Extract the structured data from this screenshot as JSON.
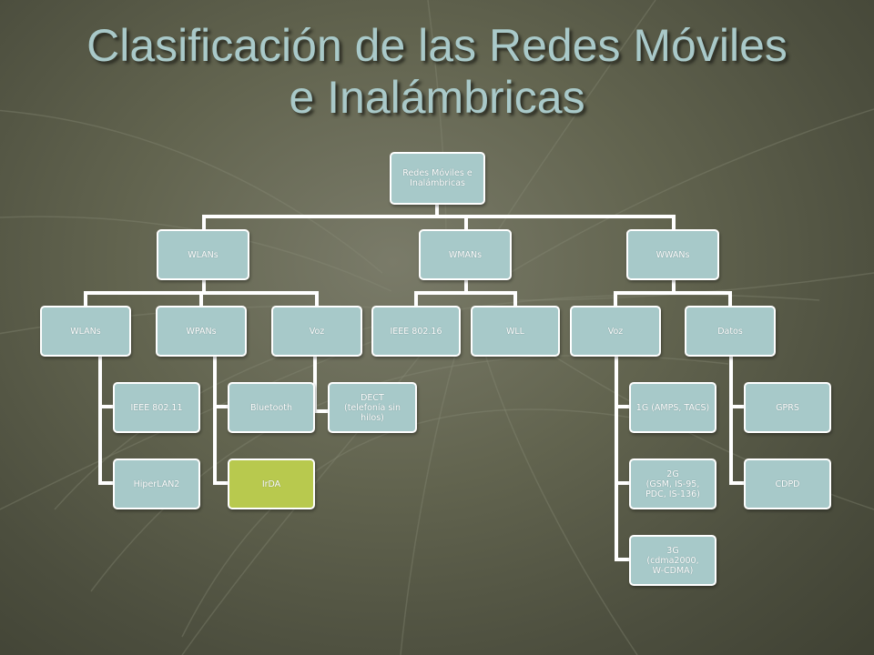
{
  "slide": {
    "title_line1": "Clasificación de las Redes Móviles",
    "title_line2": "e Inalámbricas"
  },
  "colors": {
    "node_fill": "#a7c9c9",
    "node_highlight": "#b8c94e",
    "connector": "#ffffff",
    "title": "#a9c9c9"
  },
  "diagram": {
    "root": "Redes Móviles e\nInalámbricas",
    "wlans": {
      "label": "WLANs",
      "wlans_sub": {
        "label": "WLANs",
        "children": [
          "IEEE 802.11",
          "HiperLAN2"
        ]
      },
      "wpans": {
        "label": "WPANs",
        "children": [
          "Bluetooth",
          "IrDA"
        ]
      },
      "voz": {
        "label": "Voz",
        "children": [
          "DECT\n(telefonía sin hilos)"
        ]
      }
    },
    "wmans": {
      "label": "WMANs",
      "children": [
        "IEEE 802.16",
        "WLL"
      ]
    },
    "wwans": {
      "label": "WWANs",
      "voz": {
        "label": "Voz",
        "children": [
          "1G (AMPS, TACS)",
          "2G\n(GSM, IS-95,\nPDC, IS-136)",
          "3G\n(cdma2000,\nW-CDMA)"
        ]
      },
      "datos": {
        "label": "Datos",
        "children": [
          "GPRS",
          "CDPD"
        ]
      }
    }
  }
}
